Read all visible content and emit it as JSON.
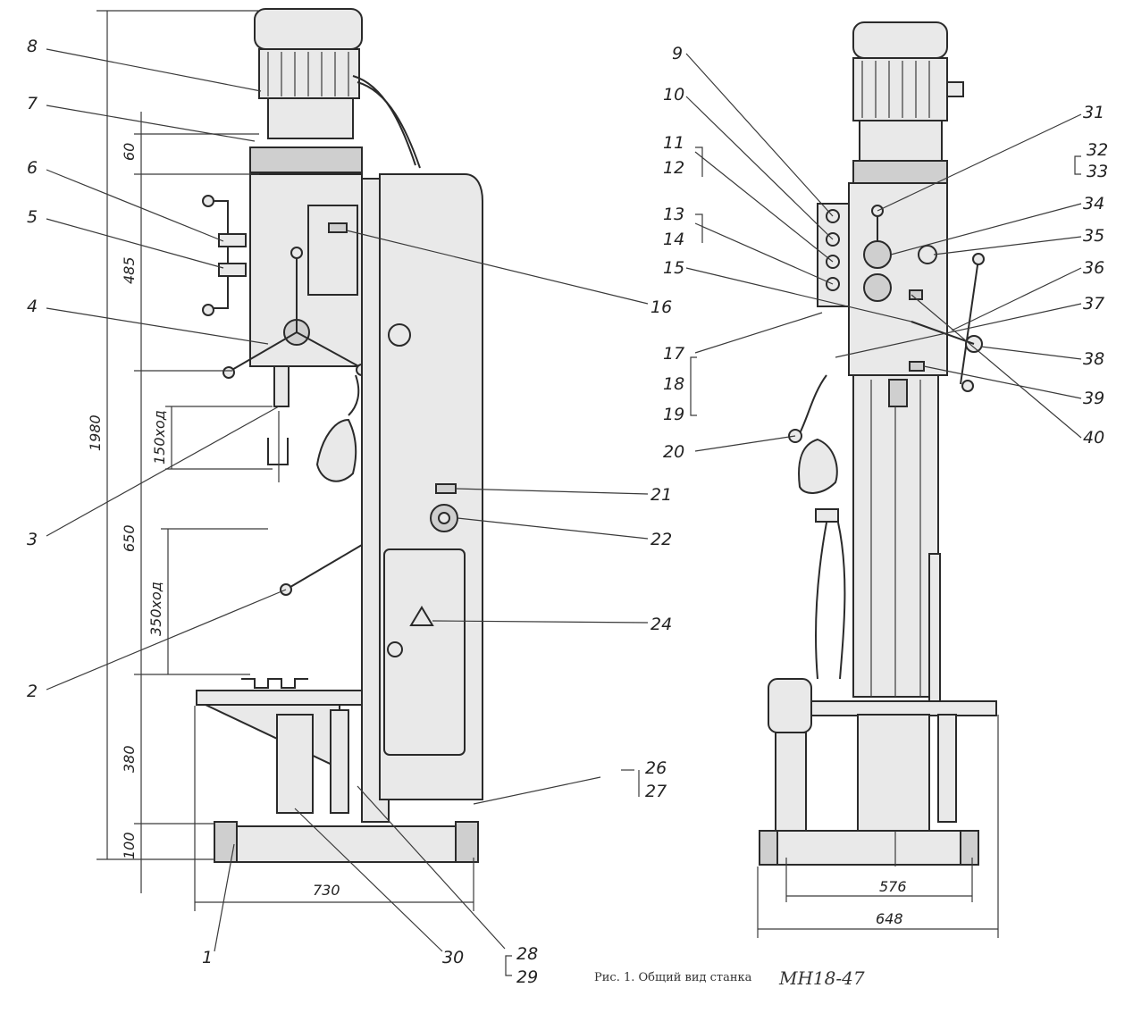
{
  "caption": {
    "prefix": "Рис. 1. Общий вид станка",
    "model": "МН18-47"
  },
  "dimensions": {
    "total_height": "1980",
    "d60": "60",
    "d485": "485",
    "stroke150": "150ход",
    "d650": "650",
    "stroke350": "350ход",
    "d380": "380",
    "d100": "100",
    "width730": "730",
    "width576": "576",
    "width648": "648"
  },
  "labels": {
    "l1": "1",
    "l2": "2",
    "l3": "3",
    "l4": "4",
    "l5": "5",
    "l6": "6",
    "l7": "7",
    "l8": "8",
    "l9": "9",
    "l10": "10",
    "l11": "11",
    "l12": "12",
    "l13": "13",
    "l14": "14",
    "l15": "15",
    "l16": "16",
    "l17": "17",
    "l18": "18",
    "l19": "19",
    "l20": "20",
    "l21": "21",
    "l22": "22",
    "l24": "24",
    "l26": "26",
    "l27": "27",
    "l28": "28",
    "l29": "29",
    "l30": "30",
    "l31": "31",
    "l32": "32",
    "l33": "33",
    "l34": "34",
    "l35": "35",
    "l36": "36",
    "l37": "37",
    "l38": "38",
    "l39": "39",
    "l40": "40"
  }
}
